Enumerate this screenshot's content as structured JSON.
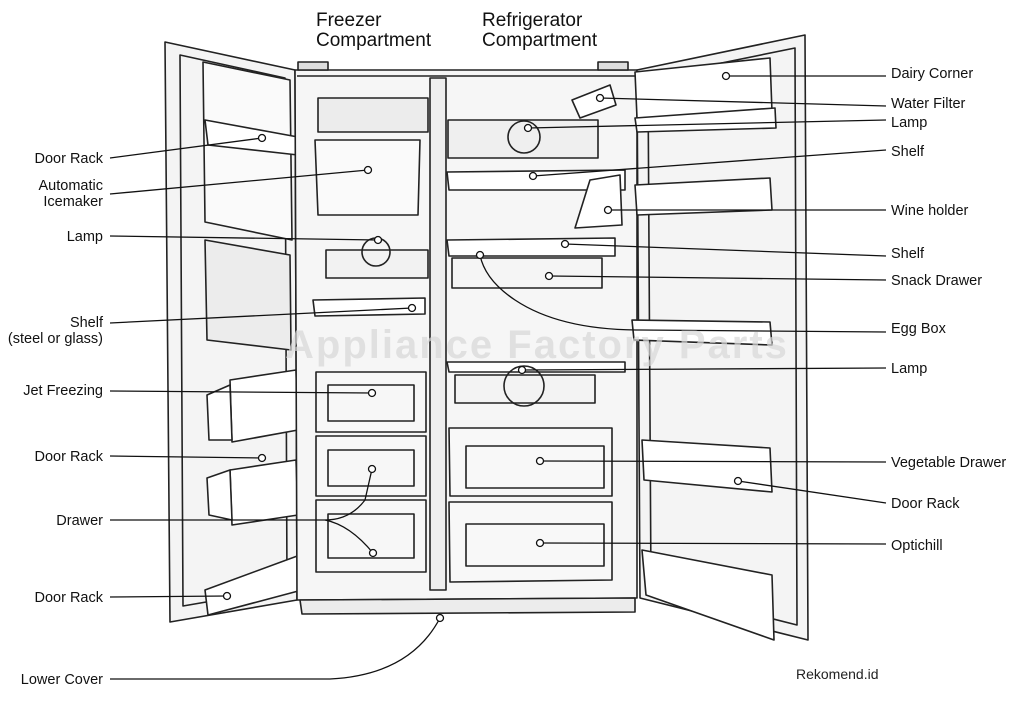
{
  "headers": {
    "freezer": [
      "Freezer",
      "Compartment"
    ],
    "refrigerator": [
      "Refrigerator",
      "Compartment"
    ]
  },
  "left_labels": {
    "door_rack_1": "Door Rack",
    "automatic_icemaker": [
      "Automatic",
      "Icemaker"
    ],
    "lamp": "Lamp",
    "shelf": [
      "Shelf",
      "(steel or glass)"
    ],
    "jet_freezing": "Jet Freezing",
    "door_rack_2": "Door Rack",
    "drawer": "Drawer",
    "door_rack_3": "Door Rack",
    "lower_cover": "Lower Cover"
  },
  "right_labels": {
    "dairy_corner": "Dairy Corner",
    "water_filter": "Water Filter",
    "lamp_1": "Lamp",
    "shelf_1": "Shelf",
    "wine_holder": "Wine holder",
    "shelf_2": "Shelf",
    "snack_drawer": "Snack Drawer",
    "egg_box": "Egg Box",
    "lamp_2": "Lamp",
    "vegetable_drawer": "Vegetable Drawer",
    "door_rack": "Door Rack",
    "optichill": "Optichill"
  },
  "watermark": "Appliance Factory Parts",
  "credit": "Rekomend.id"
}
